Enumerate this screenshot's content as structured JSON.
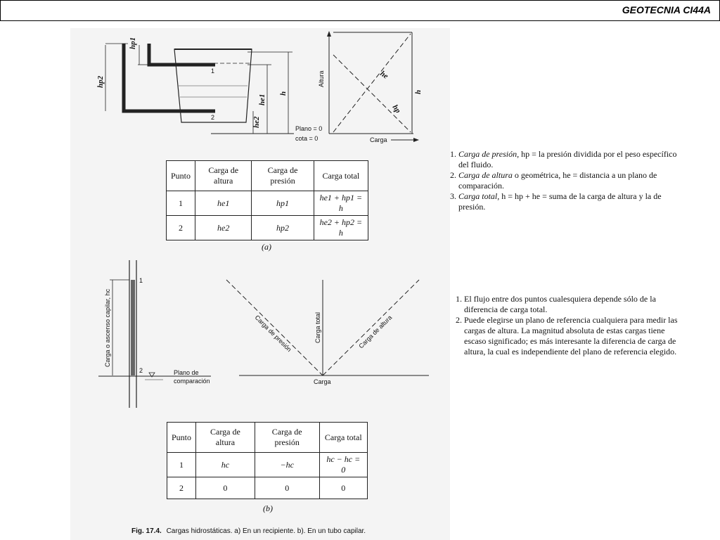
{
  "header": {
    "title": "GEOTECNIA CI44A"
  },
  "diagram_a": {
    "labels": {
      "hp1": "hp1",
      "hp2": "hp2",
      "point1": "1",
      "point2": "2",
      "he1": "he1",
      "he2": "he2",
      "h": "h",
      "plano": "Plano = 0",
      "cota": "cota = 0",
      "altura": "Altura",
      "carga": "Carga",
      "he": "he",
      "hp": "hp",
      "h_right": "h"
    }
  },
  "table_a": {
    "headers": [
      "Punto",
      "Carga de altura",
      "Carga de presión",
      "Carga total"
    ],
    "rows": [
      [
        "1",
        "he1",
        "hp1",
        "he1 + hp1 = h"
      ],
      [
        "2",
        "he2",
        "hp2",
        "he2 + hp2 = h"
      ]
    ],
    "caption": "(a)"
  },
  "notes_a": [
    {
      "term": "Carga de presión,",
      "text": " hp = la presión dividida por el peso específico del fluido."
    },
    {
      "term": "Carga de altura",
      "text": " o geométrica, he = distancia a un plano de comparación."
    },
    {
      "term": "Carga total,",
      "text": " h = hp + he = suma de la carga de altura y la de presión."
    }
  ],
  "diagram_b": {
    "labels": {
      "point1": "1",
      "point2": "2",
      "ascenso": "Carga o ascenso capilar, hc",
      "plano_de": "Plano de",
      "comparacion": "comparación",
      "carga_presion": "Carga de presión",
      "carga_total": "Carga total",
      "carga_altura": "Carga de altura",
      "carga": "Carga"
    }
  },
  "table_b": {
    "headers": [
      "Punto",
      "Carga de altura",
      "Carga de presión",
      "Carga total"
    ],
    "rows": [
      [
        "1",
        "hc",
        "−hc",
        "hc − hc = 0"
      ],
      [
        "2",
        "0",
        "0",
        "0"
      ]
    ],
    "caption": "(b)"
  },
  "notes_b": [
    "El flujo entre dos puntos cualesquiera depende sólo de la diferencia de carga total.",
    "Puede elegirse un plano de referencia cualquiera para medir las cargas de altura. La magnitud absoluta de estas cargas tiene escaso significado; es más interesante la diferencia de carga de altura, la cual es independiente del plano de referencia elegido."
  ],
  "figure_caption": {
    "number": "Fig. 17.4.",
    "text": "Cargas hidrostáticas. a) En un recipiente. b). En un tubo capilar."
  }
}
